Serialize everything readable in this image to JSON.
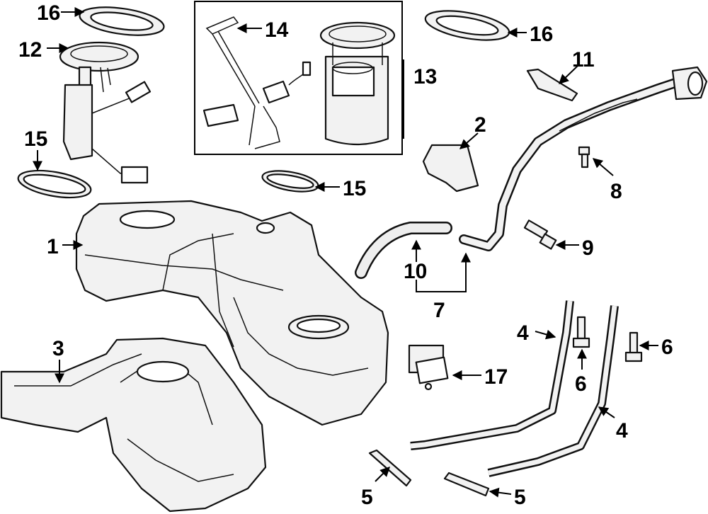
{
  "labels": {
    "l1": "1",
    "l2": "2",
    "l3": "3",
    "l4a": "4",
    "l4b": "4",
    "l5a": "5",
    "l5b": "5",
    "l6a": "6",
    "l6b": "6",
    "l7": "7",
    "l8": "8",
    "l9": "9",
    "l10": "10",
    "l11": "11",
    "l12": "12",
    "l13": "13",
    "l14": "14",
    "l15a": "15",
    "l15b": "15",
    "l16a": "16",
    "l16b": "16",
    "l17": "17"
  }
}
